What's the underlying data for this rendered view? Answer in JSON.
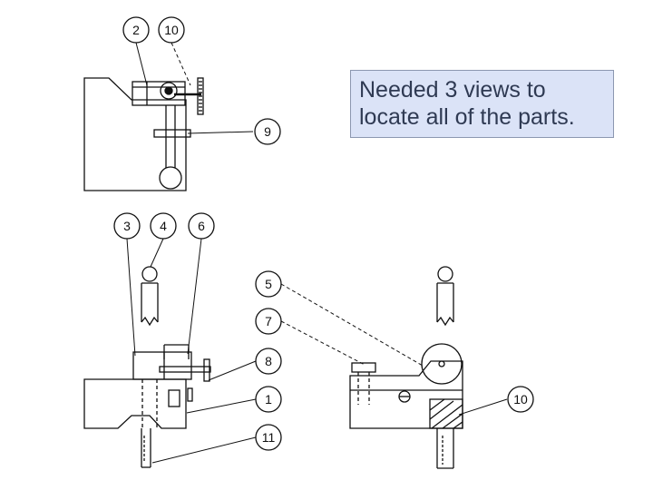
{
  "callouts": {
    "top": [
      "2",
      "10",
      "9"
    ],
    "front": [
      "3",
      "4",
      "6"
    ],
    "right_column": [
      "5",
      "7",
      "8",
      "1",
      "11"
    ],
    "side_view": [
      "10"
    ]
  },
  "note": {
    "line1": "Needed 3 views to",
    "line2": "locate all of the parts."
  }
}
